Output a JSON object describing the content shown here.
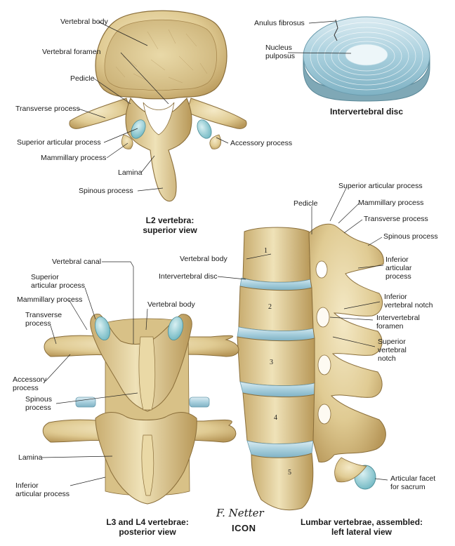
{
  "panel_l2": {
    "labels": {
      "vertebral_body": "Vertebral body",
      "vertebral_foramen": "Vertebral foramen",
      "pedicle": "Pedicle",
      "transverse_process": "Transverse process",
      "superior_articular_process": "Superior articular process",
      "mammillary_process": "Mammillary process",
      "lamina": "Lamina",
      "spinous_process": "Spinous process",
      "accessory_process": "Accessory process"
    },
    "caption_line1": "L2 vertebra:",
    "caption_line2": "superior view"
  },
  "panel_disc": {
    "labels": {
      "anulus_fibrosus": "Anulus fibrosus",
      "nucleus_line1": "Nucleus",
      "nucleus_line2": "pulposus"
    },
    "caption": "Intervertebral disc"
  },
  "panel_lateral": {
    "labels": {
      "superior_articular_process": "Superior articular process",
      "pedicle": "Pedicle",
      "mammillary_process": "Mammillary process",
      "transverse_process": "Transverse process",
      "spinous_process": "Spinous process",
      "vertebral_body": "Vertebral body",
      "intervertebral_disc": "Intervertebral disc",
      "inferior_articular_1": "Inferior",
      "inferior_articular_2": "articular",
      "inferior_articular_3": "process",
      "inferior_notch_1": "Inferior",
      "inferior_notch_2": "vertebral notch",
      "iv_foramen_1": "Intervertebral",
      "iv_foramen_2": "foramen",
      "superior_notch_1": "Superior",
      "superior_notch_2": "vertebral",
      "superior_notch_3": "notch",
      "facet_sacrum_1": "Articular facet",
      "facet_sacrum_2": "for sacrum"
    },
    "numbers": [
      "1",
      "2",
      "3",
      "4",
      "5"
    ],
    "caption_line1": "Lumbar vertebrae, assembled:",
    "caption_line2": "left lateral view"
  },
  "panel_posterior": {
    "labels": {
      "vertebral_canal": "Vertebral canal",
      "superior_articular_1": "Superior",
      "superior_articular_2": "articular process",
      "mammillary_process": "Mammillary process",
      "vertebral_body": "Vertebral body",
      "transverse_1": "Transverse",
      "transverse_2": "process",
      "accessory_1": "Accessory",
      "accessory_2": "process",
      "spinous_1": "Spinous",
      "spinous_2": "process",
      "lamina": "Lamina",
      "inferior_articular_1": "Inferior",
      "inferior_articular_2": "articular process"
    },
    "caption_line1": "L3 and L4 vertebrae:",
    "caption_line2": "posterior view"
  },
  "branding": {
    "signature": "F. Netter",
    "logo_text": "ICON"
  },
  "colors": {
    "bone": "#e2cf9b",
    "bone_dark": "#b89a5e",
    "bone_light": "#f2e6c2",
    "disc": "#a9cfdf",
    "disc_light": "#d8ecf3",
    "cartilage": "#8fc9d2"
  }
}
